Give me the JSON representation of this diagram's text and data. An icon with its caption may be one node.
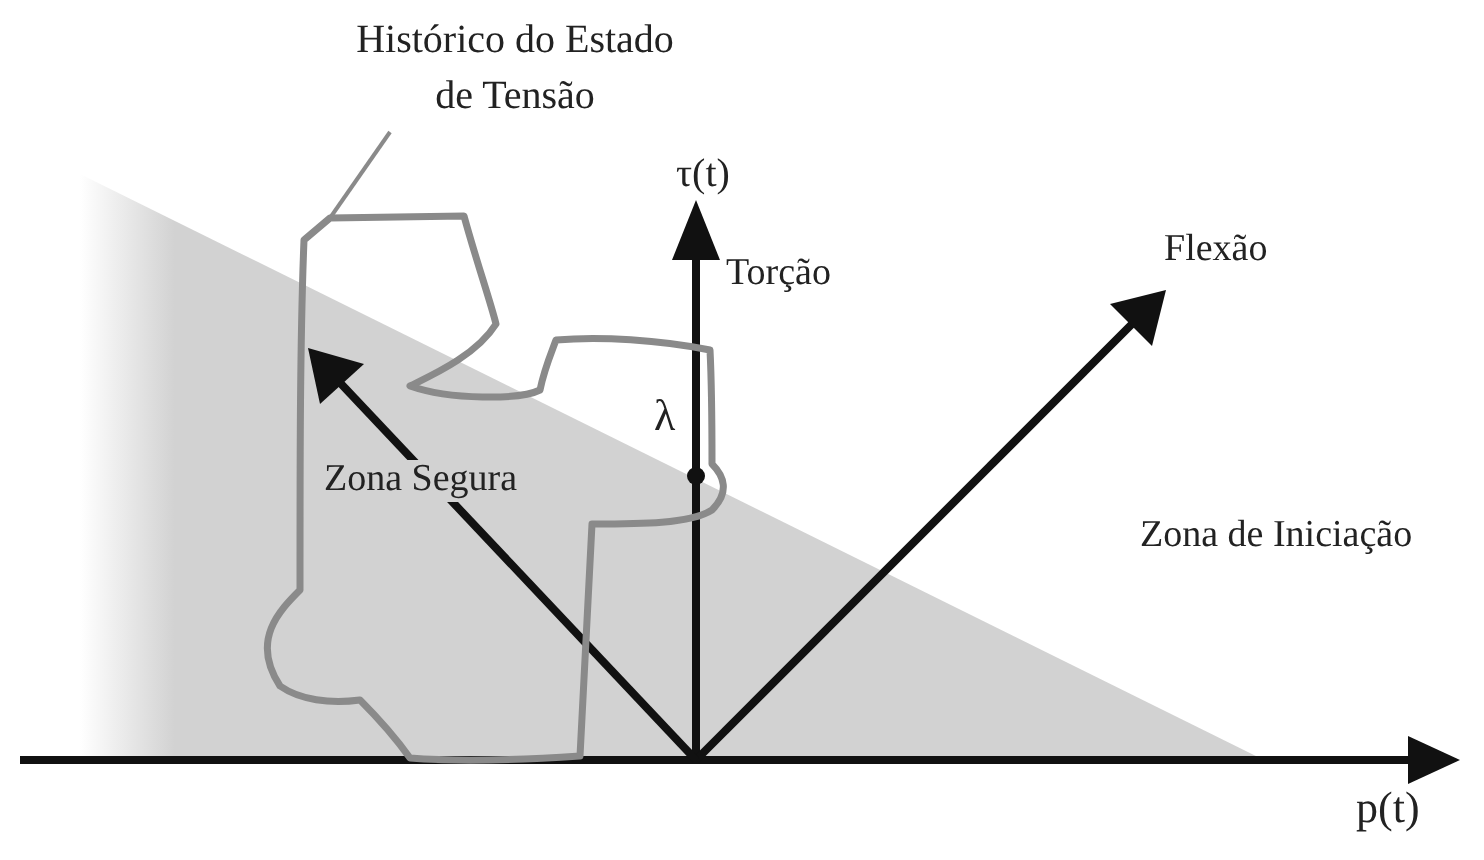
{
  "diagram": {
    "nodes": [
      {
        "text": [
          "Histórico do Estado de Tensão"
        ]
      },
      {
        "text": [],
        "shape": "curve"
      }
    ],
    "edges": [
      {
        "from": 0,
        "to": 1,
        "arrow": "none"
      }
    ],
    "labels": [
      "τ(t)",
      "Torção",
      "Flexão",
      "λ",
      "Zona Segura",
      "Zona de Iniciação",
      "p(t)"
    ]
  }
}
